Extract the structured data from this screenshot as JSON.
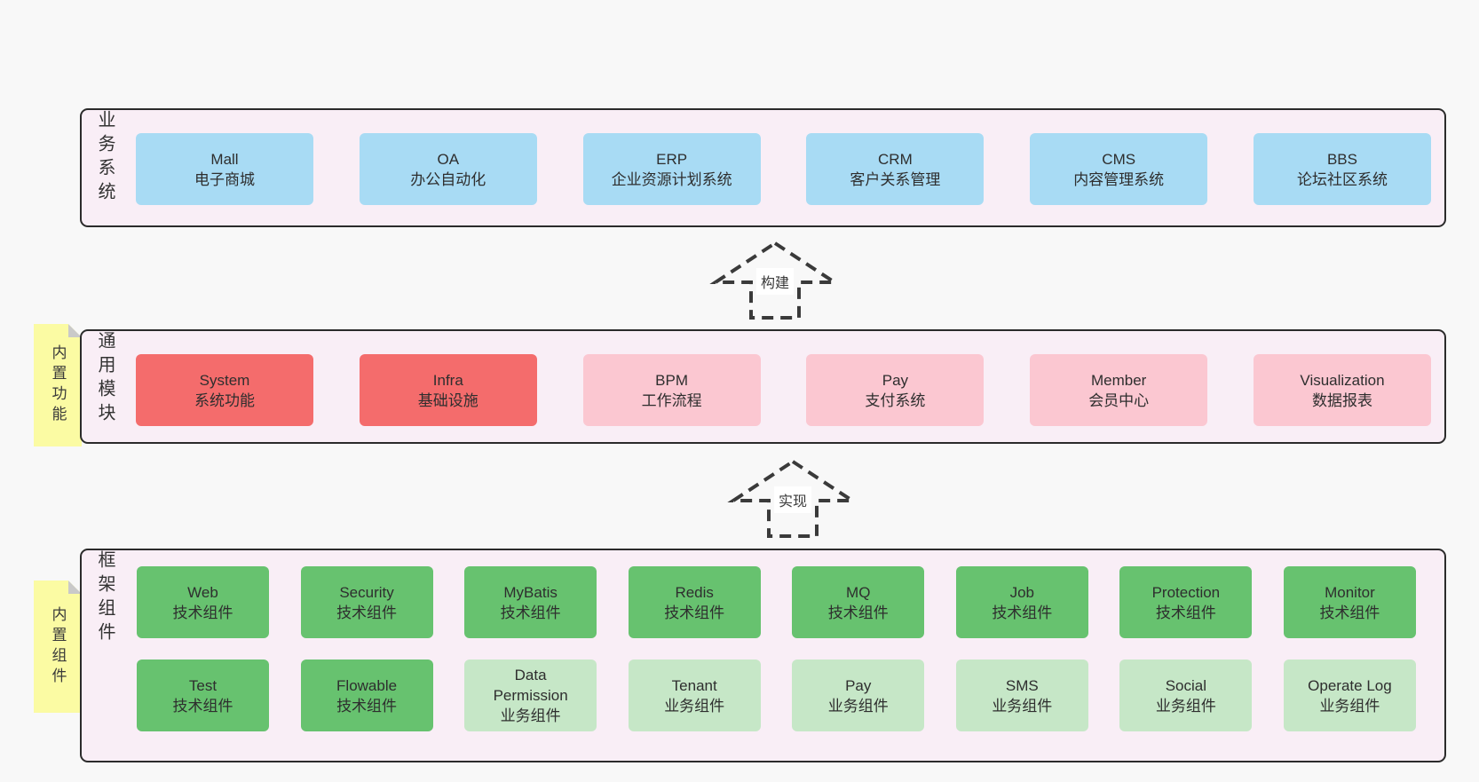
{
  "colors": {
    "page_background": "#f8f8f8",
    "panel_background": "#f9eef6",
    "panel_border": "#2b2b2b",
    "business_box": "#a8dbf4",
    "core_module_box": "#f46c6c",
    "optional_module_box": "#fbc7d1",
    "tech_component_box": "#67c26f",
    "biz_component_box": "#c6e7c7",
    "sticky_note": "#fbfba3",
    "sticky_fold": "#c9c9c9",
    "arrow_dash": "#3a3a3a"
  },
  "arrows": [
    {
      "label": "构建"
    },
    {
      "label": "实现"
    }
  ],
  "layers": {
    "business": {
      "label": "业务系统",
      "boxes": [
        {
          "title": "Mall",
          "subtitle": "电子商城"
        },
        {
          "title": "OA",
          "subtitle": "办公自动化"
        },
        {
          "title": "ERP",
          "subtitle": "企业资源计划系统"
        },
        {
          "title": "CRM",
          "subtitle": "客户关系管理"
        },
        {
          "title": "CMS",
          "subtitle": "内容管理系统"
        },
        {
          "title": "BBS",
          "subtitle": "论坛社区系统"
        }
      ]
    },
    "modules": {
      "label": "通用模块",
      "note": "内置功能",
      "boxes": [
        {
          "title": "System",
          "subtitle": "系统功能"
        },
        {
          "title": "Infra",
          "subtitle": "基础设施"
        },
        {
          "title": "BPM",
          "subtitle": "工作流程"
        },
        {
          "title": "Pay",
          "subtitle": "支付系统"
        },
        {
          "title": "Member",
          "subtitle": "会员中心"
        },
        {
          "title": "Visualization",
          "subtitle": "数据报表"
        }
      ]
    },
    "components": {
      "label": "框架组件",
      "note": "内置组件",
      "row1": [
        {
          "title": "Web",
          "subtitle": "技术组件"
        },
        {
          "title": "Security",
          "subtitle": "技术组件"
        },
        {
          "title": "MyBatis",
          "subtitle": "技术组件"
        },
        {
          "title": "Redis",
          "subtitle": "技术组件"
        },
        {
          "title": "MQ",
          "subtitle": "技术组件"
        },
        {
          "title": "Job",
          "subtitle": "技术组件"
        },
        {
          "title": "Protection",
          "subtitle": "技术组件"
        },
        {
          "title": "Monitor",
          "subtitle": "技术组件"
        }
      ],
      "row2": [
        {
          "title": "Test",
          "subtitle": "技术组件"
        },
        {
          "title": "Flowable",
          "subtitle": "技术组件"
        },
        {
          "title": "Data\nPermission",
          "subtitle": "业务组件"
        },
        {
          "title": "Tenant",
          "subtitle": "业务组件"
        },
        {
          "title": "Pay",
          "subtitle": "业务组件"
        },
        {
          "title": "SMS",
          "subtitle": "业务组件"
        },
        {
          "title": "Social",
          "subtitle": "业务组件"
        },
        {
          "title": "Operate Log",
          "subtitle": "业务组件"
        }
      ]
    }
  }
}
